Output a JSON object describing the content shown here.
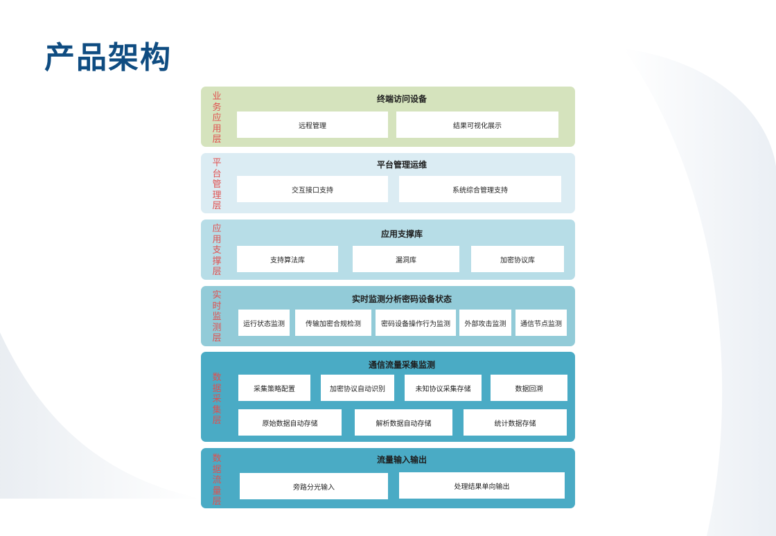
{
  "page": {
    "title": "产品架构"
  },
  "layers": [
    {
      "label": "业务应用层",
      "heading": "终端访问设备",
      "boxes": [
        "远程管理",
        "结果可视化展示"
      ]
    },
    {
      "label": "平台管理层",
      "heading": "平台管理运维",
      "boxes": [
        "交互接口支持",
        "系统综合管理支持"
      ]
    },
    {
      "label": "应用支撑层",
      "heading": "应用支撑库",
      "boxes": [
        "支持算法库",
        "漏洞库",
        "加密协议库"
      ]
    },
    {
      "label": "实时监测层",
      "heading": "实时监测分析密码设备状态",
      "boxes": [
        "运行状态监测",
        "传输加密合规检测",
        "密码设备操作行为监测",
        "外部攻击监测",
        "通信节点监测"
      ]
    },
    {
      "label": "数据采集层",
      "heading": "通信流量采集监测",
      "boxes": [
        "采集策略配置",
        "加密协议自动识别",
        "未知协议采集存储",
        "数据回溯",
        "原始数据自动存储",
        "解析数据自动存储",
        "统计数据存储"
      ]
    },
    {
      "label": "数据流量层",
      "heading": "流量输入输出",
      "boxes": [
        "旁路分光输入",
        "处理结果单向输出"
      ]
    }
  ],
  "colors": {
    "title": "#0f4c81",
    "layer_label": "#e0504f",
    "layer_backgrounds": [
      "#d5e3bd",
      "#dbecf3",
      "#b7dde7",
      "#92cbd8",
      "#4aabc5",
      "#4aabc5"
    ]
  }
}
